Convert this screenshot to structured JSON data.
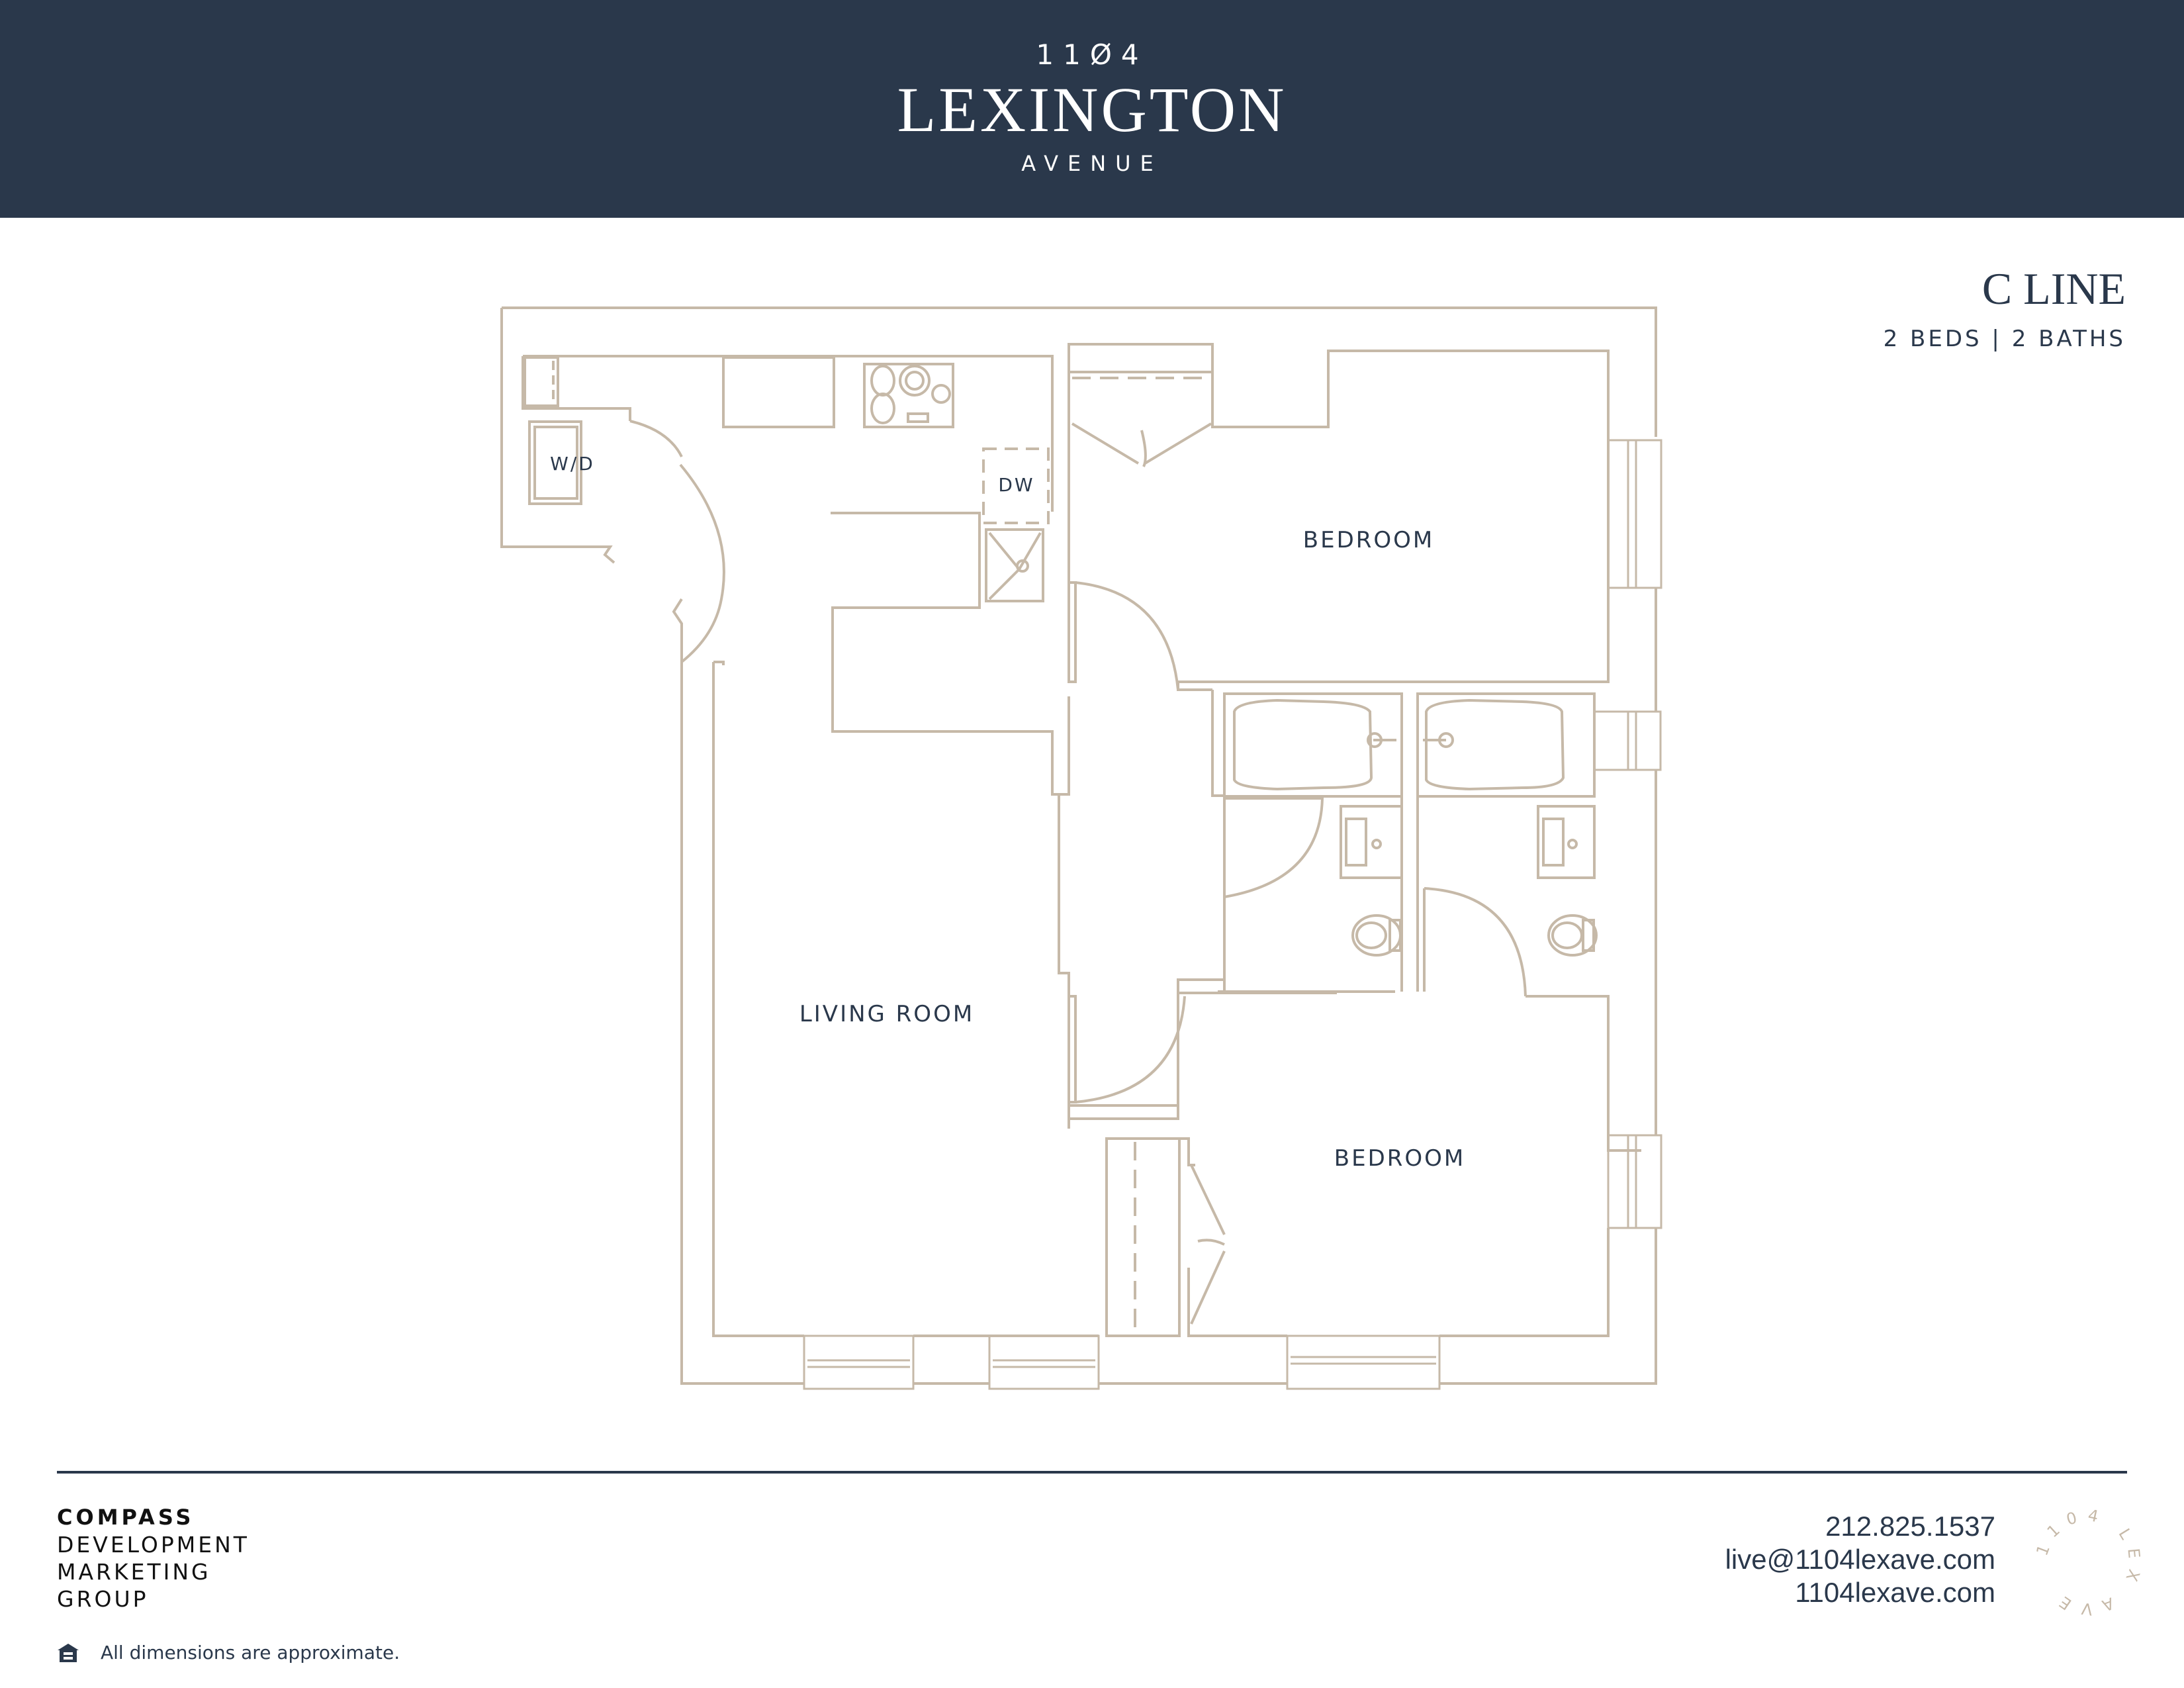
{
  "header": {
    "logo_number": "11Ø4",
    "logo_name": "LEXINGTON",
    "logo_sub": "AVENUE",
    "background_color": "#2a384b"
  },
  "unit": {
    "title": "C LINE",
    "subtitle": "2 BEDS | 2 BATHS"
  },
  "floor_plan": {
    "line_color": "#c6b9a8",
    "rooms": [
      {
        "label": "BEDROOM"
      },
      {
        "label": "LIVING ROOM"
      },
      {
        "label": "BEDROOM"
      }
    ],
    "fixtures": [
      {
        "label": "W/D"
      },
      {
        "label": "DW"
      }
    ]
  },
  "footer": {
    "brand": "COMPASS",
    "brand_lines": [
      "DEVELOPMENT",
      "MARKETING",
      "GROUP"
    ],
    "disclaimer": "All dimensions are approximate.",
    "phone": "212.825.1537",
    "email": "live@1104lexave.com",
    "website": "1104lexave.com",
    "ring_logo_text": "1104 LEX AVE",
    "icons": {
      "equal_housing": "equal-housing-icon"
    }
  }
}
